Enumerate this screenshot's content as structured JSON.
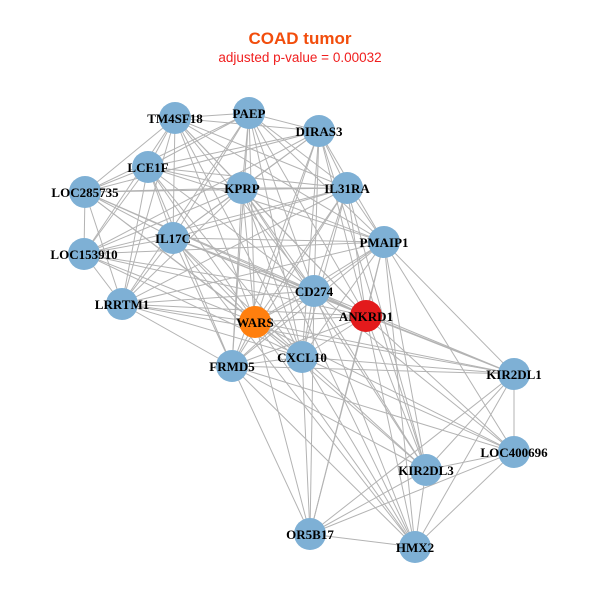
{
  "header": {
    "title": "COAD tumor",
    "subtitle": "adjusted p-value = 0.00032"
  },
  "colors": {
    "default_node": "#7eb0d5",
    "highlight_orange": "#ff7f0e",
    "highlight_red": "#e31a1c",
    "edge": "#b3b3b3",
    "title": "#f24d0c",
    "subtitle": "#f01e1e"
  },
  "nodes": [
    {
      "id": "TM4SF18",
      "label": "TM4SF18",
      "color": "#7eb0d5"
    },
    {
      "id": "PAEP",
      "label": "PAEP",
      "color": "#7eb0d5"
    },
    {
      "id": "DIRAS3",
      "label": "DIRAS3",
      "color": "#7eb0d5"
    },
    {
      "id": "LCE1F",
      "label": "LCE1F",
      "color": "#7eb0d5"
    },
    {
      "id": "LOC285735",
      "label": "LOC285735",
      "color": "#7eb0d5"
    },
    {
      "id": "KPRP",
      "label": "KPRP",
      "color": "#7eb0d5"
    },
    {
      "id": "IL31RA",
      "label": "IL31RA",
      "color": "#7eb0d5"
    },
    {
      "id": "LOC153910",
      "label": "LOC153910",
      "color": "#7eb0d5"
    },
    {
      "id": "IL17C",
      "label": "IL17C",
      "color": "#7eb0d5"
    },
    {
      "id": "PMAIP1",
      "label": "PMAIP1",
      "color": "#7eb0d5"
    },
    {
      "id": "LRRTM1",
      "label": "LRRTM1",
      "color": "#7eb0d5"
    },
    {
      "id": "CD274",
      "label": "CD274",
      "color": "#7eb0d5"
    },
    {
      "id": "WARS",
      "label": "WARS",
      "color": "#ff7f0e"
    },
    {
      "id": "ANKRD1",
      "label": "ANKRD1",
      "color": "#e31a1c"
    },
    {
      "id": "FRMD5",
      "label": "FRMD5",
      "color": "#7eb0d5"
    },
    {
      "id": "CXCL10",
      "label": "CXCL10",
      "color": "#7eb0d5"
    },
    {
      "id": "KIR2DL1",
      "label": "KIR2DL1",
      "color": "#7eb0d5"
    },
    {
      "id": "LOC400696",
      "label": "LOC400696",
      "color": "#7eb0d5"
    },
    {
      "id": "KIR2DL3",
      "label": "KIR2DL3",
      "color": "#7eb0d5"
    },
    {
      "id": "OR5B17",
      "label": "OR5B17",
      "color": "#7eb0d5"
    },
    {
      "id": "HMX2",
      "label": "HMX2",
      "color": "#7eb0d5"
    }
  ],
  "edges": [
    [
      "TM4SF18",
      "PAEP"
    ],
    [
      "TM4SF18",
      "LCE1F"
    ],
    [
      "TM4SF18",
      "LOC285735"
    ],
    [
      "TM4SF18",
      "KPRP"
    ],
    [
      "TM4SF18",
      "IL31RA"
    ],
    [
      "TM4SF18",
      "IL17C"
    ],
    [
      "TM4SF18",
      "CD274"
    ],
    [
      "TM4SF18",
      "WARS"
    ],
    [
      "TM4SF18",
      "PMAIP1"
    ],
    [
      "TM4SF18",
      "LRRTM1"
    ],
    [
      "TM4SF18",
      "CXCL10"
    ],
    [
      "TM4SF18",
      "ANKRD1"
    ],
    [
      "TM4SF18",
      "DIRAS3"
    ],
    [
      "TM4SF18",
      "LOC153910"
    ],
    [
      "PAEP",
      "DIRAS3"
    ],
    [
      "PAEP",
      "LCE1F"
    ],
    [
      "PAEP",
      "KPRP"
    ],
    [
      "PAEP",
      "IL31RA"
    ],
    [
      "PAEP",
      "IL17C"
    ],
    [
      "PAEP",
      "CD274"
    ],
    [
      "PAEP",
      "WARS"
    ],
    [
      "PAEP",
      "PMAIP1"
    ],
    [
      "PAEP",
      "LOC285735"
    ],
    [
      "PAEP",
      "CXCL10"
    ],
    [
      "PAEP",
      "ANKRD1"
    ],
    [
      "PAEP",
      "FRMD5"
    ],
    [
      "PAEP",
      "LRRTM1"
    ],
    [
      "DIRAS3",
      "LCE1F"
    ],
    [
      "DIRAS3",
      "KPRP"
    ],
    [
      "DIRAS3",
      "IL31RA"
    ],
    [
      "DIRAS3",
      "IL17C"
    ],
    [
      "DIRAS3",
      "CD274"
    ],
    [
      "DIRAS3",
      "WARS"
    ],
    [
      "DIRAS3",
      "PMAIP1"
    ],
    [
      "DIRAS3",
      "LOC285735"
    ],
    [
      "DIRAS3",
      "CXCL10"
    ],
    [
      "DIRAS3",
      "ANKRD1"
    ],
    [
      "DIRAS3",
      "FRMD5"
    ],
    [
      "DIRAS3",
      "LOC153910"
    ],
    [
      "DIRAS3",
      "KIR2DL3"
    ],
    [
      "LCE1F",
      "LOC285735"
    ],
    [
      "LCE1F",
      "KPRP"
    ],
    [
      "LCE1F",
      "IL31RA"
    ],
    [
      "LCE1F",
      "IL17C"
    ],
    [
      "LCE1F",
      "CD274"
    ],
    [
      "LCE1F",
      "WARS"
    ],
    [
      "LCE1F",
      "LOC153910"
    ],
    [
      "LCE1F",
      "LRRTM1"
    ],
    [
      "LCE1F",
      "CXCL10"
    ],
    [
      "LCE1F",
      "PMAIP1"
    ],
    [
      "LCE1F",
      "FRMD5"
    ],
    [
      "LOC285735",
      "KPRP"
    ],
    [
      "LOC285735",
      "IL31RA"
    ],
    [
      "LOC285735",
      "LOC153910"
    ],
    [
      "LOC285735",
      "IL17C"
    ],
    [
      "LOC285735",
      "WARS"
    ],
    [
      "LOC285735",
      "CD274"
    ],
    [
      "LOC285735",
      "LRRTM1"
    ],
    [
      "LOC285735",
      "CXCL10"
    ],
    [
      "LOC285735",
      "ANKRD1"
    ],
    [
      "KPRP",
      "IL31RA"
    ],
    [
      "KPRP",
      "IL17C"
    ],
    [
      "KPRP",
      "CD274"
    ],
    [
      "KPRP",
      "WARS"
    ],
    [
      "KPRP",
      "PMAIP1"
    ],
    [
      "KPRP",
      "LOC153910"
    ],
    [
      "KPRP",
      "LRRTM1"
    ],
    [
      "KPRP",
      "CXCL10"
    ],
    [
      "KPRP",
      "ANKRD1"
    ],
    [
      "KPRP",
      "FRMD5"
    ],
    [
      "KPRP",
      "KIR2DL3"
    ],
    [
      "KPRP",
      "HMX2"
    ],
    [
      "IL31RA",
      "IL17C"
    ],
    [
      "IL31RA",
      "PMAIP1"
    ],
    [
      "IL31RA",
      "CD274"
    ],
    [
      "IL31RA",
      "WARS"
    ],
    [
      "IL31RA",
      "LOC153910"
    ],
    [
      "IL31RA",
      "LRRTM1"
    ],
    [
      "IL31RA",
      "ANKRD1"
    ],
    [
      "IL31RA",
      "CXCL10"
    ],
    [
      "IL31RA",
      "FRMD5"
    ],
    [
      "IL31RA",
      "KIR2DL3"
    ],
    [
      "LOC153910",
      "IL17C"
    ],
    [
      "LOC153910",
      "LRRTM1"
    ],
    [
      "LOC153910",
      "WARS"
    ],
    [
      "LOC153910",
      "CD274"
    ],
    [
      "LOC153910",
      "PMAIP1"
    ],
    [
      "LOC153910",
      "ANKRD1"
    ],
    [
      "LOC153910",
      "CXCL10"
    ],
    [
      "IL17C",
      "PMAIP1"
    ],
    [
      "IL17C",
      "LRRTM1"
    ],
    [
      "IL17C",
      "CD274"
    ],
    [
      "IL17C",
      "WARS"
    ],
    [
      "IL17C",
      "ANKRD1"
    ],
    [
      "IL17C",
      "CXCL10"
    ],
    [
      "IL17C",
      "FRMD5"
    ],
    [
      "IL17C",
      "KIR2DL1"
    ],
    [
      "IL17C",
      "HMX2"
    ],
    [
      "PMAIP1",
      "LRRTM1"
    ],
    [
      "PMAIP1",
      "CD274"
    ],
    [
      "PMAIP1",
      "WARS"
    ],
    [
      "PMAIP1",
      "ANKRD1"
    ],
    [
      "PMAIP1",
      "FRMD5"
    ],
    [
      "PMAIP1",
      "CXCL10"
    ],
    [
      "PMAIP1",
      "KIR2DL1"
    ],
    [
      "PMAIP1",
      "LOC400696"
    ],
    [
      "PMAIP1",
      "KIR2DL3"
    ],
    [
      "PMAIP1",
      "HMX2"
    ],
    [
      "PMAIP1",
      "OR5B17"
    ],
    [
      "LRRTM1",
      "CD274"
    ],
    [
      "LRRTM1",
      "WARS"
    ],
    [
      "LRRTM1",
      "ANKRD1"
    ],
    [
      "LRRTM1",
      "FRMD5"
    ],
    [
      "LRRTM1",
      "CXCL10"
    ],
    [
      "LRRTM1",
      "KIR2DL1"
    ],
    [
      "CD274",
      "WARS"
    ],
    [
      "CD274",
      "ANKRD1"
    ],
    [
      "CD274",
      "FRMD5"
    ],
    [
      "CD274",
      "CXCL10"
    ],
    [
      "CD274",
      "KIR2DL1"
    ],
    [
      "CD274",
      "KIR2DL3"
    ],
    [
      "CD274",
      "OR5B17"
    ],
    [
      "CD274",
      "HMX2"
    ],
    [
      "CD274",
      "LOC400696"
    ],
    [
      "WARS",
      "ANKRD1"
    ],
    [
      "WARS",
      "FRMD5"
    ],
    [
      "WARS",
      "CXCL10"
    ],
    [
      "WARS",
      "KIR2DL1"
    ],
    [
      "WARS",
      "LOC400696"
    ],
    [
      "WARS",
      "KIR2DL3"
    ],
    [
      "WARS",
      "OR5B17"
    ],
    [
      "WARS",
      "HMX2"
    ],
    [
      "ANKRD1",
      "FRMD5"
    ],
    [
      "ANKRD1",
      "CXCL10"
    ],
    [
      "ANKRD1",
      "KIR2DL1"
    ],
    [
      "ANKRD1",
      "LOC400696"
    ],
    [
      "ANKRD1",
      "KIR2DL3"
    ],
    [
      "ANKRD1",
      "OR5B17"
    ],
    [
      "ANKRD1",
      "HMX2"
    ],
    [
      "FRMD5",
      "CXCL10"
    ],
    [
      "FRMD5",
      "KIR2DL1"
    ],
    [
      "FRMD5",
      "LOC400696"
    ],
    [
      "FRMD5",
      "KIR2DL3"
    ],
    [
      "FRMD5",
      "OR5B17"
    ],
    [
      "FRMD5",
      "HMX2"
    ],
    [
      "CXCL10",
      "KIR2DL1"
    ],
    [
      "CXCL10",
      "LOC400696"
    ],
    [
      "CXCL10",
      "KIR2DL3"
    ],
    [
      "CXCL10",
      "OR5B17"
    ],
    [
      "CXCL10",
      "HMX2"
    ],
    [
      "KIR2DL1",
      "LOC400696"
    ],
    [
      "KIR2DL1",
      "KIR2DL3"
    ],
    [
      "KIR2DL1",
      "OR5B17"
    ],
    [
      "KIR2DL1",
      "HMX2"
    ],
    [
      "LOC400696",
      "KIR2DL3"
    ],
    [
      "LOC400696",
      "OR5B17"
    ],
    [
      "LOC400696",
      "HMX2"
    ],
    [
      "KIR2DL3",
      "OR5B17"
    ],
    [
      "KIR2DL3",
      "HMX2"
    ],
    [
      "OR5B17",
      "HMX2"
    ]
  ]
}
